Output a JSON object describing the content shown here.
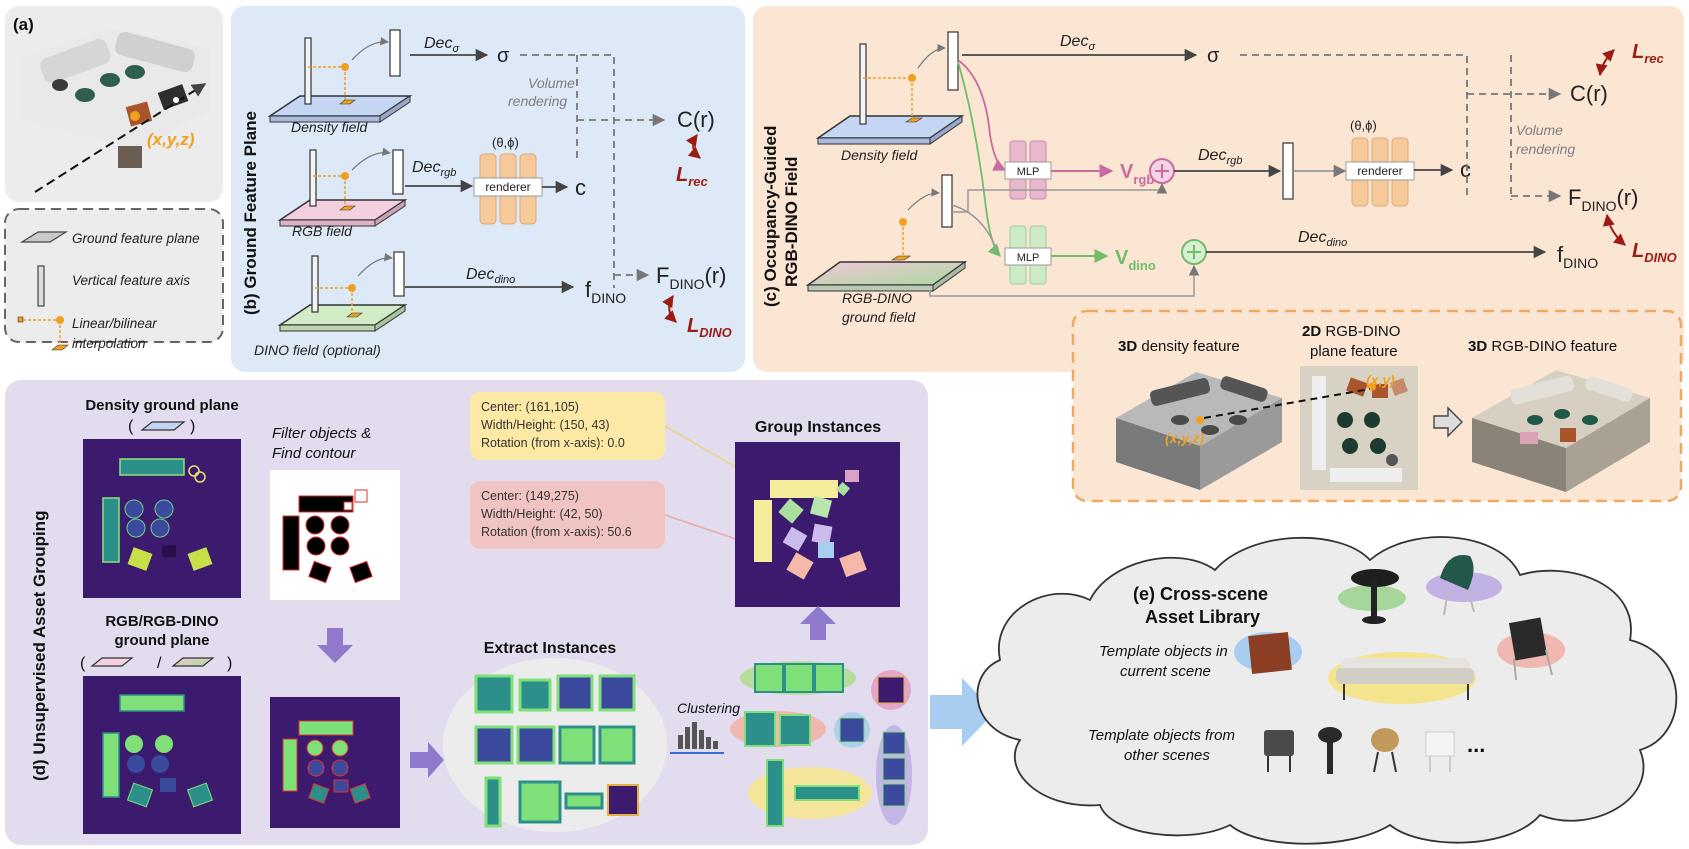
{
  "panel_a": {
    "tag": "(a)",
    "coord": "(x,y,z)",
    "legend": {
      "ground_plane": "Ground feature plane",
      "vertical_axis": "Vertical feature axis",
      "interp_line1": "Linear/bilinear",
      "interp_line2": "interpolation"
    }
  },
  "panel_b": {
    "title": "(b) Ground Feature Plane",
    "density_field": "Density field",
    "rgb_field": "RGB field",
    "dino_field": "DINO field (optional)",
    "dec_sigma": "Dec",
    "dec_sigma_sub": "σ",
    "sigma": "σ",
    "dec_rgb": "Dec",
    "dec_rgb_sub": "rgb",
    "dec_dino": "Dec",
    "dec_dino_sub": "dino",
    "theta_phi": "(θ,ϕ)",
    "renderer": "renderer",
    "c": "c",
    "f_dino": "f",
    "f_dino_sub": "DINO",
    "volume_rendering_1": "Volume",
    "volume_rendering_2": "rendering",
    "c_r": "C(r)",
    "f_dino_r": "F",
    "f_dino_r_sub": "DINO",
    "f_dino_r_suffix": "(r)",
    "l_rec": "L",
    "l_rec_sub": "rec",
    "l_dino": "L",
    "l_dino_sub": "DINO"
  },
  "panel_c": {
    "title_1": "(c) Occupancy-Guided",
    "title_2": "RGB-DINO Field",
    "density_field": "Density field",
    "rgb_dino_field_1": "RGB-DINO",
    "rgb_dino_field_2": "ground field",
    "dec_sigma": "Dec",
    "dec_sigma_sub": "σ",
    "sigma": "σ",
    "mlp_1": "MLP",
    "mlp_2": "MLP",
    "v_rgb": "V",
    "v_rgb_sub": "rgb",
    "v_dino": "V",
    "v_dino_sub": "dino",
    "dec_rgb": "Dec",
    "dec_rgb_sub": "rgb",
    "dec_dino": "Dec",
    "dec_dino_sub": "dino",
    "theta_phi": "(θ,ϕ)",
    "renderer": "renderer",
    "c": "c",
    "f_dino": "f",
    "f_dino_sub": "DINO",
    "volume_rendering_1": "Volume",
    "volume_rendering_2": "rendering",
    "c_r": "C(r)",
    "f_dino_r": "F",
    "f_dino_r_sub": "DINO",
    "f_dino_r_suffix": "(r)",
    "l_rec": "L",
    "l_rec_sub": "rec",
    "l_dino": "L",
    "l_dino_sub": "DINO",
    "inset": {
      "feat_3d_bold": "3D",
      "feat_3d_rest": " density feature",
      "feat_2d_bold": "2D",
      "feat_2d_rest": " RGB-DINO",
      "feat_2d_line2": "plane feature",
      "feat_3d_rgb_bold": "3D",
      "feat_3d_rgb_rest": " RGB-DINO feature",
      "coord_xyz": "(x,y,z)",
      "coord_xy": "(x,y)"
    }
  },
  "panel_d": {
    "title": "(d) Unsupervised Asset Grouping",
    "density_plane": "Density ground plane",
    "rgb_plane_1": "RGB/RGB-DINO",
    "rgb_plane_2": "ground plane",
    "filter_1": "Filter objects &",
    "filter_2": "Find contour",
    "extract": "Extract Instances",
    "clustering": "Clustering",
    "group": "Group Instances",
    "box1": {
      "line1": "Center: (161,105)",
      "line2": "Width/Height: (150, 43)",
      "line3": "Rotation (from x-axis): 0.0"
    },
    "box2": {
      "line1": "Center: (149,275)",
      "line2": "Width/Height: (42, 50)",
      "line3": "Rotation (from x-axis): 50.6"
    }
  },
  "panel_e": {
    "title_1": "(e) Cross-scene",
    "title_2": "Asset Library",
    "current_1": "Template objects in",
    "current_2": "current scene",
    "other_1": "Template objects from",
    "other_2": "other scenes",
    "ellipsis": "..."
  },
  "colors": {
    "panel_b_bg": "#dde9f7",
    "panel_c_bg": "#fbe6d4",
    "panel_d_bg": "#e3dcef",
    "panel_a_bg": "#ececec",
    "dark_red": "#9b1c12",
    "orange": "#f0a020",
    "heatmap_bg": "#3c1a6e",
    "mlp_pink": "#d88cb6",
    "mlp_green": "#8fd08a",
    "renderer": "#f6c99a"
  }
}
